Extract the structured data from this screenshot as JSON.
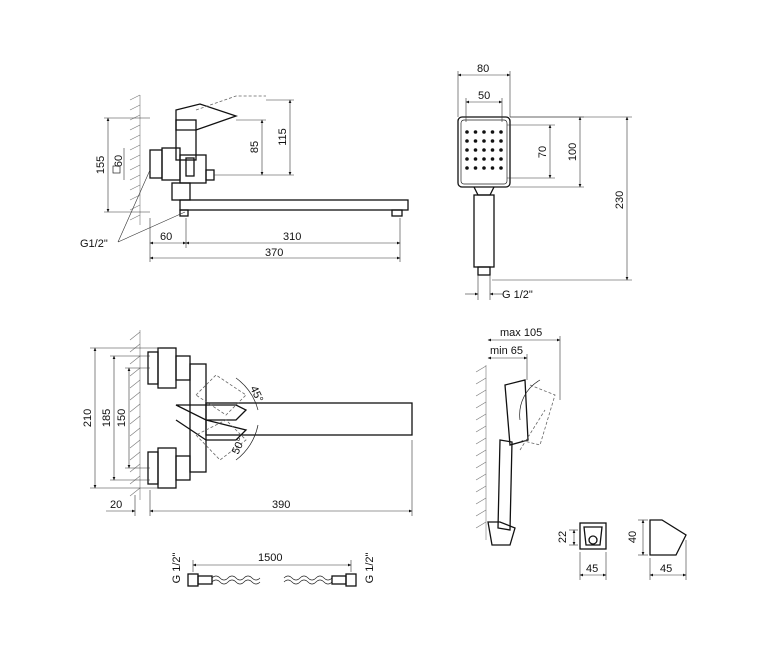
{
  "top_view": {
    "d155": "155",
    "d60sq": "60",
    "d85": "85",
    "d115": "115",
    "thread": "G1/2\"",
    "d60": "60",
    "d310": "310",
    "d370": "370"
  },
  "hand_shower": {
    "d80": "80",
    "d50": "50",
    "d70": "70",
    "d100": "100",
    "d230": "230",
    "thread": "G 1/2\""
  },
  "front_view": {
    "d210": "210",
    "d185": "185",
    "d150": "150",
    "d20": "20",
    "d390": "390",
    "angle45": "45°",
    "angle50": "50°"
  },
  "holder": {
    "max": "max 105",
    "min": "min 65"
  },
  "hose": {
    "length": "1500",
    "thread_left": "G 1/2\"",
    "thread_right": "G 1/2\""
  },
  "bracket": {
    "d22": "22",
    "d45a": "45",
    "d40": "40",
    "d45b": "45"
  }
}
